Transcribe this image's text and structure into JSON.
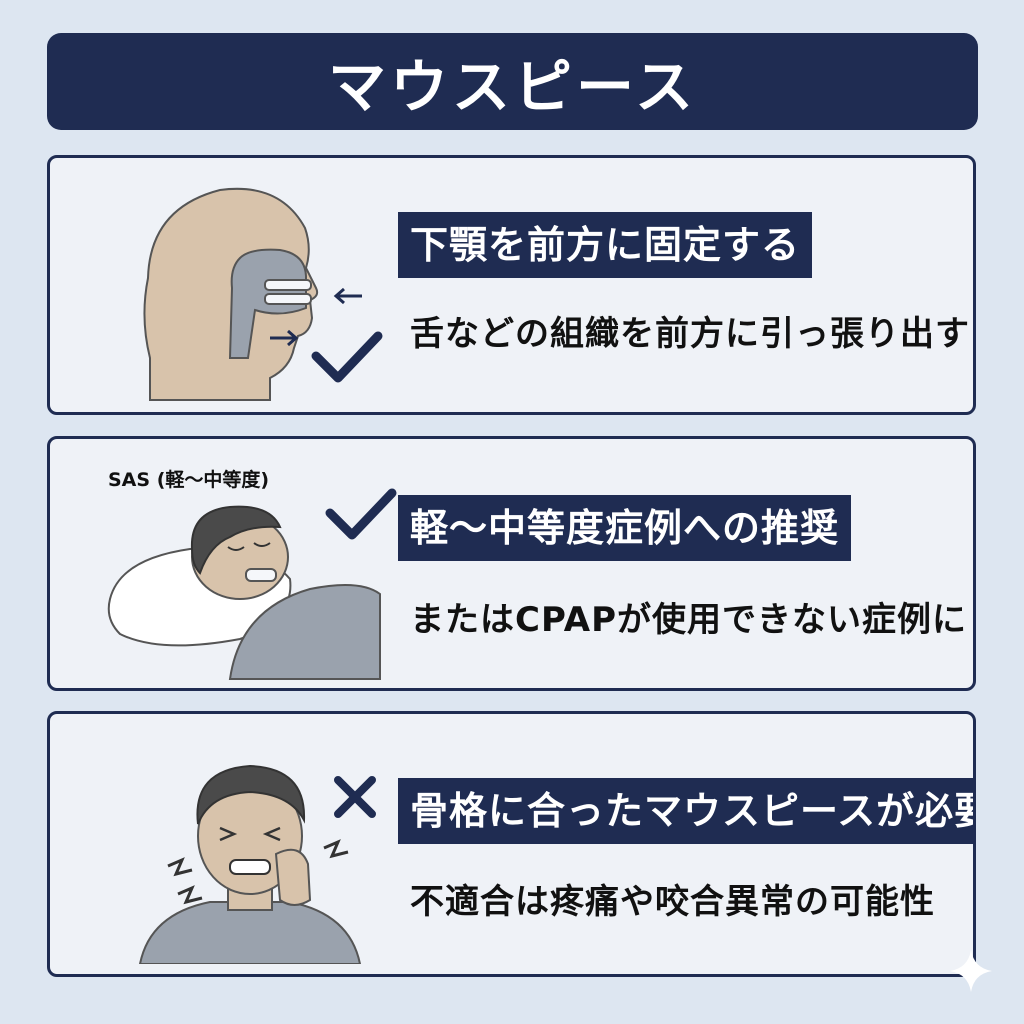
{
  "title": "マウスピース",
  "cards": [
    {
      "heading": "下顎を前方に固定する",
      "subtext": "舌などの組織を前方に引っ張り出す",
      "illustration": "jaw-cross-section",
      "mark": "check-icon"
    },
    {
      "heading": "軽〜中等度症例への推奨",
      "subtext": "またはCPAPが使用できない症例に",
      "illustration": "sleeping-person",
      "label": "SAS (軽〜中等度)",
      "mark": "check-icon"
    },
    {
      "heading": "骨格に合ったマウスピースが必要",
      "subtext": "不適合は疼痛や咬合異常の可能性",
      "illustration": "person-jaw-pain",
      "mark": "cross-icon"
    }
  ],
  "colors": {
    "navy": "#1f2c52",
    "background": "#dde6f1",
    "card": "#eff2f7",
    "skin": "#d8c3ab",
    "hair": "#4a4a4a",
    "shirt": "#9aa2ad"
  }
}
